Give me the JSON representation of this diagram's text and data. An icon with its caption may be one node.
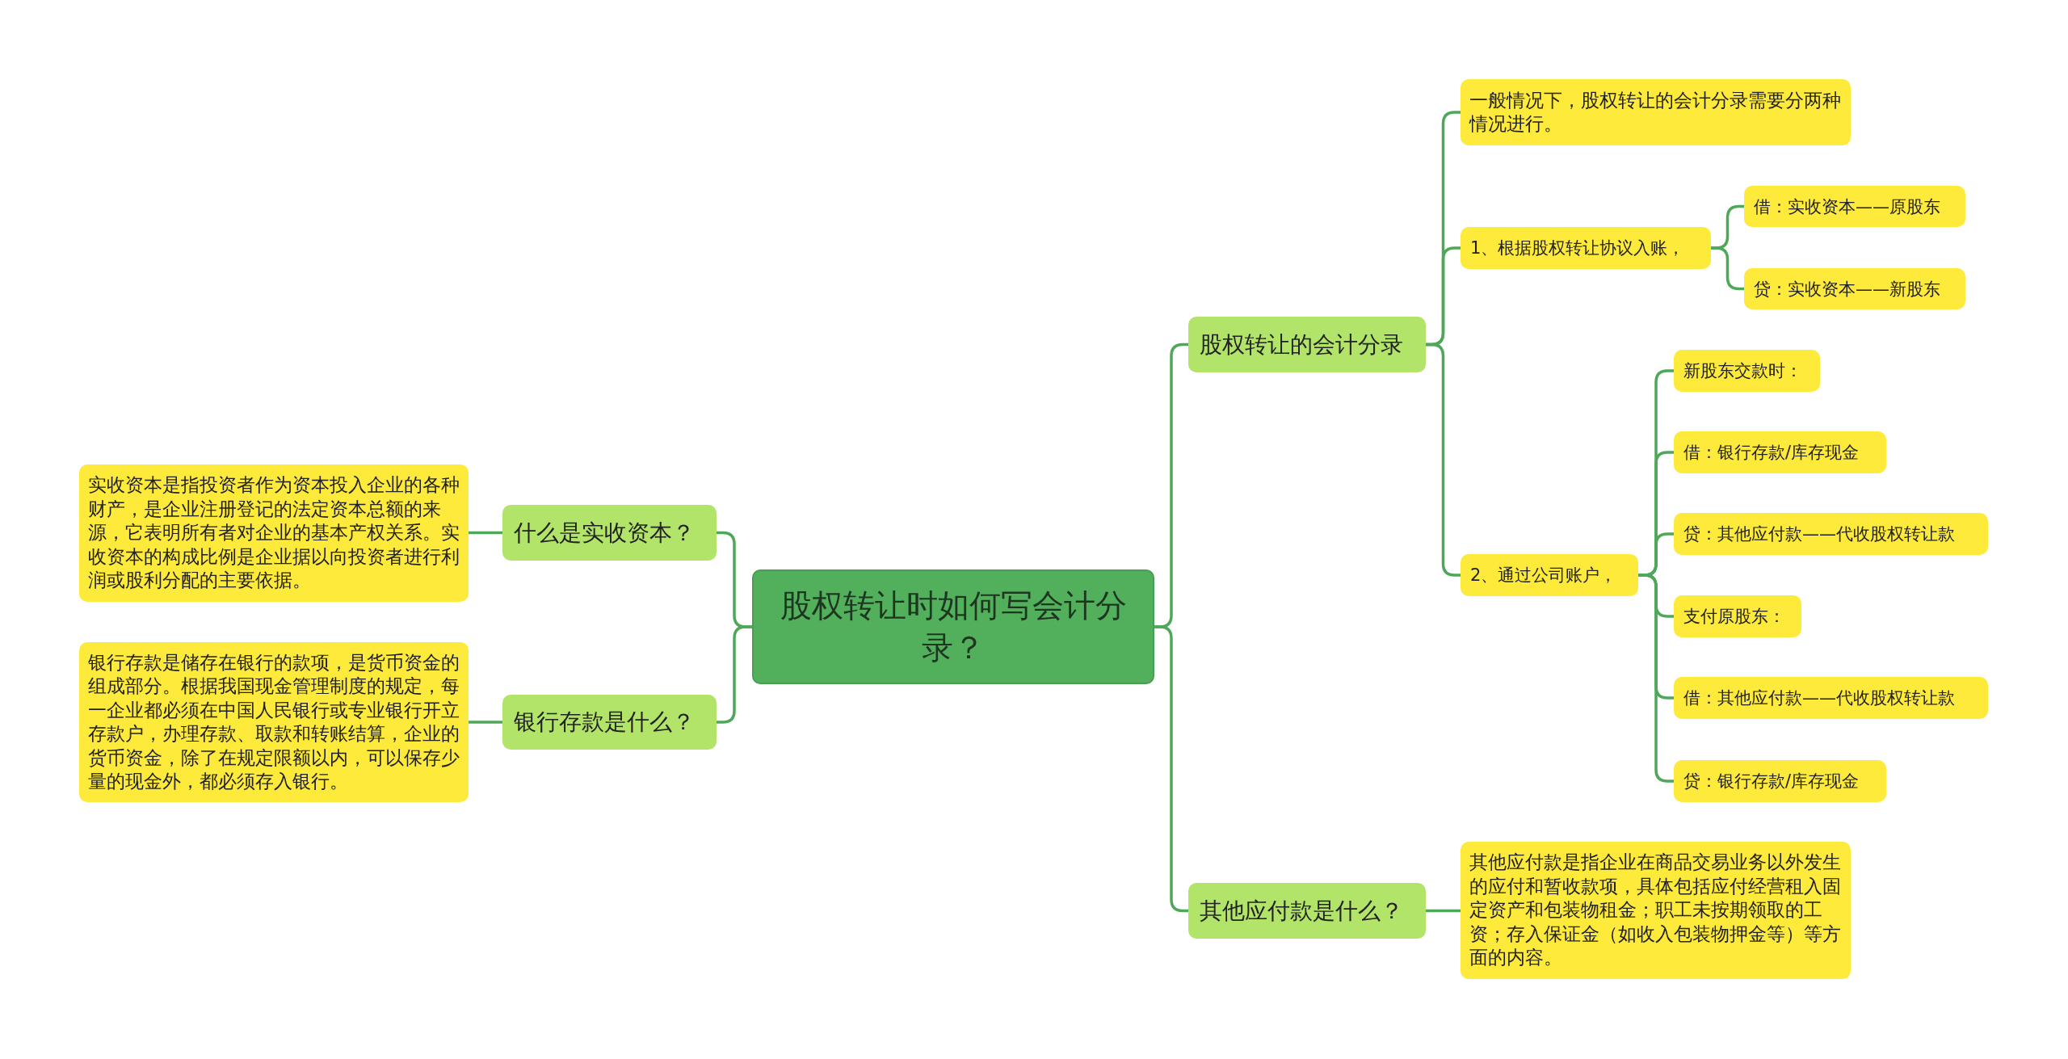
{
  "diagram": {
    "nodes": [
      {
        "text": [
          "股权转让时如何写会计分录？"
        ]
      },
      {
        "text": [
          "什么是实收资本？"
        ]
      },
      {
        "text": [
          "实收资本是指投资者作为资本投入企业的各种财产，是企业注册登记的法定资本总额的来源，它表明所有者对企业的基本产权关系。实收资本的构成比例是企业据以向投资者进行利润或股利分配的主要依据。"
        ]
      },
      {
        "text": [
          "银行存款是什么？"
        ]
      },
      {
        "text": [
          "银行存款是储存在银行的款项，是货币资金的组成部分。根据我国现金管理制度的规定，每一企业都必须在中国人民银行或专业银行开立存款户，办理存款、取款和转账结算，企业的货币资金，除了在规定限额以内，可以保存少量的现金外，都必须存入银行。"
        ]
      },
      {
        "text": [
          "股权转让的会计分录"
        ]
      },
      {
        "text": [
          "一般情况下，股权转让的会计分录需要分两种情况进行。"
        ]
      },
      {
        "text": [
          "1、根据股权转让协议入账，"
        ]
      },
      {
        "text": [
          "借：实收资本——原股东"
        ]
      },
      {
        "text": [
          "贷：实收资本——新股东"
        ]
      },
      {
        "text": [
          "2、通过公司账户，"
        ]
      },
      {
        "text": [
          "新股东交款时："
        ]
      },
      {
        "text": [
          "借：银行存款/库存现金"
        ]
      },
      {
        "text": [
          "贷：其他应付款——代收股权转让款"
        ]
      },
      {
        "text": [
          "支付原股东："
        ]
      },
      {
        "text": [
          "借：其他应付款——代收股权转让款"
        ]
      },
      {
        "text": [
          "贷：银行存款/库存现金"
        ]
      },
      {
        "text": [
          "其他应付款是什么？"
        ]
      },
      {
        "text": [
          "其他应付款是指企业在商品交易业务以外发生的应付和暂收款项，具体包括应付经营租入固定资产和包装物租金；职工未按期领取的工资；存入保证金（如收入包装物押金等）等方面的内容。"
        ]
      }
    ],
    "edges": [
      {
        "from": 0,
        "to": 1,
        "arrow": "none"
      },
      {
        "from": 1,
        "to": 2,
        "arrow": "none"
      },
      {
        "from": 0,
        "to": 3,
        "arrow": "none"
      },
      {
        "from": 3,
        "to": 4,
        "arrow": "none"
      },
      {
        "from": 0,
        "to": 5,
        "arrow": "none"
      },
      {
        "from": 5,
        "to": 6,
        "arrow": "none"
      },
      {
        "from": 5,
        "to": 7,
        "arrow": "none"
      },
      {
        "from": 7,
        "to": 8,
        "arrow": "none"
      },
      {
        "from": 7,
        "to": 9,
        "arrow": "none"
      },
      {
        "from": 5,
        "to": 10,
        "arrow": "none"
      },
      {
        "from": 10,
        "to": 11,
        "arrow": "none"
      },
      {
        "from": 10,
        "to": 12,
        "arrow": "none"
      },
      {
        "from": 10,
        "to": 13,
        "arrow": "none"
      },
      {
        "from": 10,
        "to": 14,
        "arrow": "none"
      },
      {
        "from": 10,
        "to": 15,
        "arrow": "none"
      },
      {
        "from": 10,
        "to": 16,
        "arrow": "none"
      },
      {
        "from": 0,
        "to": 17,
        "arrow": "none"
      },
      {
        "from": 17,
        "to": 18,
        "arrow": "none"
      }
    ]
  }
}
